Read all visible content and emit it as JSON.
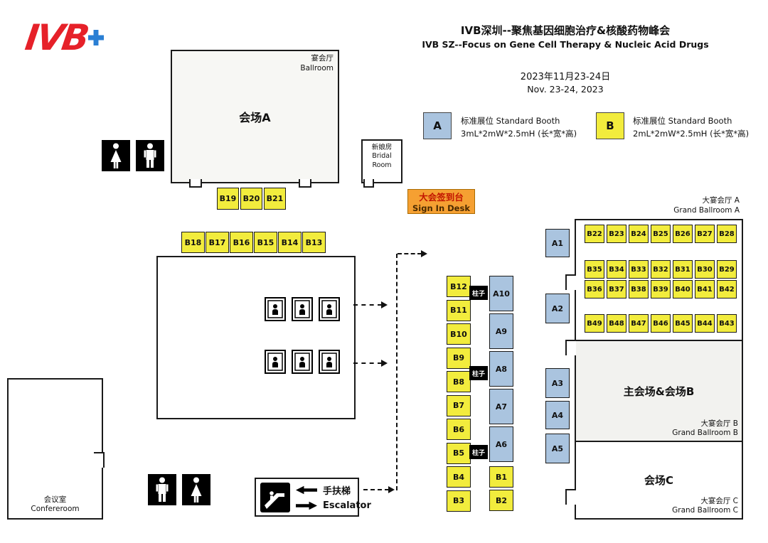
{
  "logo": {
    "text": "IVB"
  },
  "header": {
    "title_zh": "IVB深圳--聚焦基因细胞治疗&核酸药物峰会",
    "title_en": "IVB SZ--Focus on Gene Cell Therapy & Nucleic Acid Drugs",
    "date_zh": "2023年11月23-24日",
    "date_en": "Nov. 23-24, 2023"
  },
  "legend": {
    "a": {
      "label": "A",
      "line1": "标准展位 Standard Booth",
      "line2": "3mL*2mW*2.5mH (长*宽*高)"
    },
    "b": {
      "label": "B",
      "line1": "标准展位 Standard Booth",
      "line2": "2mL*2mW*2.5mH (长*宽*高)"
    }
  },
  "rooms": {
    "hall_a": {
      "label": "会场A",
      "corner_zh": "宴会厅",
      "corner_en": "Ballroom"
    },
    "bridal": {
      "zh": "新娘房",
      "en": "Bridal Room"
    },
    "sign_in": {
      "zh": "大会签到台",
      "en": "Sign In Desk"
    },
    "conference": {
      "zh": "会议室",
      "en": "Confereroom"
    },
    "grand_a": {
      "corner_zh": "大宴会厅 A",
      "corner_en": "Grand Ballroom A"
    },
    "main_b": {
      "label": "主会场&会场B",
      "corner_zh": "大宴会厅 B",
      "corner_en": "Grand Ballroom B"
    },
    "hall_c": {
      "label": "会场C",
      "corner_zh": "大宴会厅 C",
      "corner_en": "Grand Ballroom C"
    }
  },
  "escalator": {
    "zh": "手扶梯",
    "en": "Escalator"
  },
  "pillar_label": "柱子",
  "booths": {
    "row_top": [
      "B19",
      "B20",
      "B21"
    ],
    "row_mid": [
      "B18",
      "B17",
      "B16",
      "B15",
      "B14",
      "B13"
    ],
    "col_b": [
      "B12",
      "B11",
      "B10",
      "B9",
      "B8",
      "B7",
      "B6",
      "B5",
      "B4",
      "B3"
    ],
    "col_a": [
      "A10",
      "A9",
      "A8",
      "A7",
      "A6"
    ],
    "col_b2": [
      "B1",
      "B2"
    ],
    "side_a": [
      "A1",
      "A2",
      "A3",
      "A4",
      "A5"
    ],
    "grand_a_rows": [
      [
        "B22",
        "B23",
        "B24",
        "B25",
        "B26",
        "B27",
        "B28"
      ],
      [
        "B35",
        "B34",
        "B33",
        "B32",
        "B31",
        "B30",
        "B29"
      ],
      [
        "B36",
        "B37",
        "B38",
        "B39",
        "B40",
        "B41",
        "B42"
      ],
      [
        "B49",
        "B48",
        "B47",
        "B46",
        "B45",
        "B44",
        "B43"
      ]
    ]
  },
  "colors": {
    "booth_a": "#aac4df",
    "booth_b": "#f2ec3d",
    "sign_in_bg": "#f5a032",
    "logo_red": "#e62129",
    "logo_blue": "#2a7fd4"
  }
}
